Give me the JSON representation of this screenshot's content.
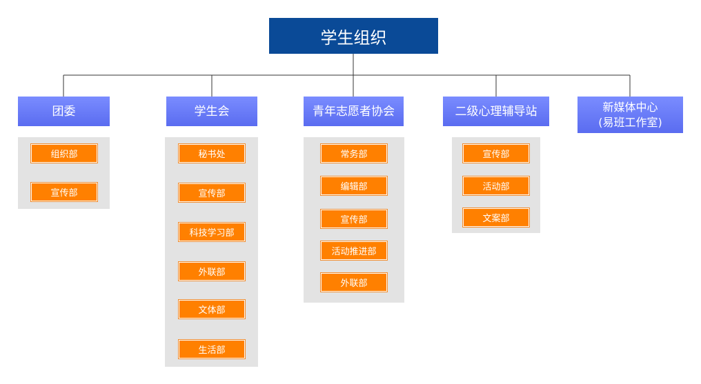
{
  "root": {
    "label": "学生组织"
  },
  "departments": [
    {
      "label": "团委",
      "subs": [
        "组织部",
        "宣传部"
      ]
    },
    {
      "label": "学生会",
      "subs": [
        "秘书处",
        "宣传部",
        "科技学习部",
        "外联部",
        "文体部",
        "生活部"
      ]
    },
    {
      "label": "青年志愿者协会",
      "subs": [
        "常务部",
        "编辑部",
        "宣传部",
        "活动推进部",
        "外联部"
      ]
    },
    {
      "label": "二级心理辅导站",
      "subs": [
        "宣传部",
        "活动部",
        "文案部"
      ]
    },
    {
      "label_line1": "新媒体中心",
      "label_line2": "(易班工作室)",
      "subs": []
    }
  ],
  "colors": {
    "root": "#0a4a97",
    "dept": "#6a7cf7",
    "sub": "#ff8000",
    "panel": "#e3e3e3",
    "line": "#333333"
  }
}
